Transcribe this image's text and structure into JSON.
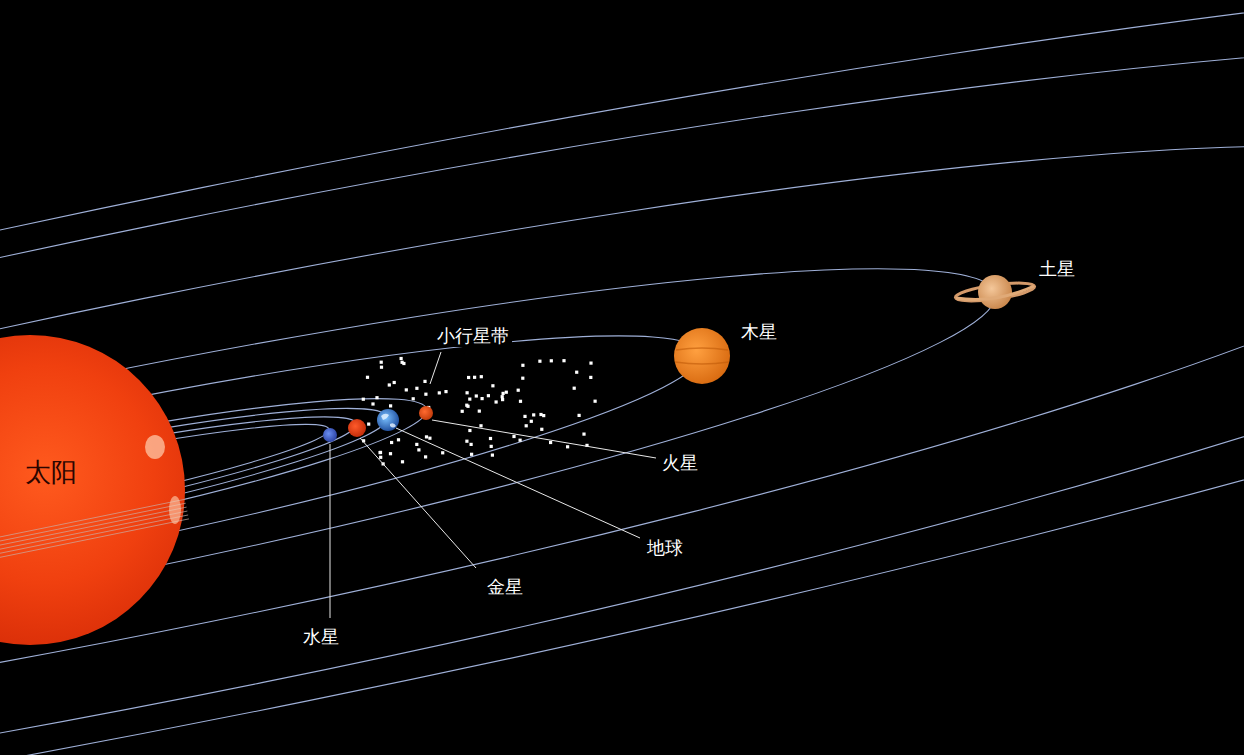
{
  "diagram": {
    "nodes": [
      {
        "text": [
          "太阳"
        ]
      }
    ],
    "labels": [
      "小行星带",
      "木星",
      "土星",
      "火星",
      "地球",
      "金星",
      "水星"
    ]
  }
}
